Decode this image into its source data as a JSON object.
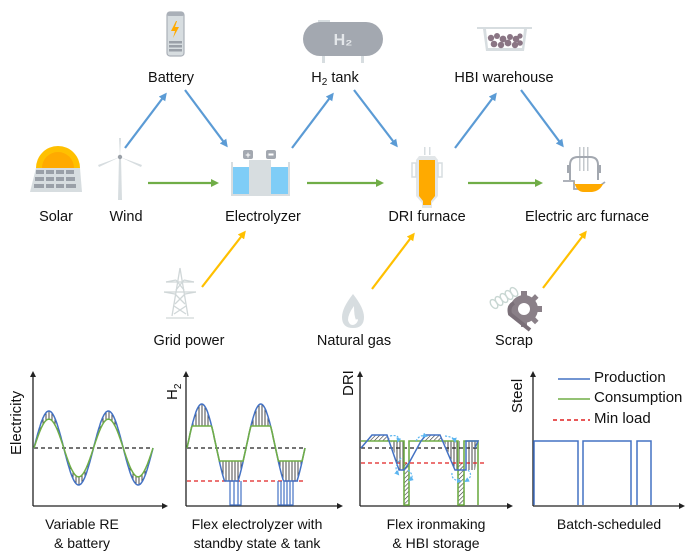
{
  "nodes": {
    "solar": {
      "label": "Solar",
      "icon": "solar-panel-icon"
    },
    "wind": {
      "label": "Wind",
      "icon": "wind-turbine-icon"
    },
    "battery": {
      "label": "Battery",
      "icon": "battery-icon"
    },
    "electrolyzer": {
      "label": "Electrolyzer",
      "icon": "electrolyzer-icon"
    },
    "h2_tank": {
      "label_main": "H",
      "label_sub": "2",
      "label_rest": " tank",
      "icon_text": "H₂",
      "icon": "h2-tank-icon"
    },
    "dri_furnace": {
      "label": "DRI furnace",
      "icon": "dri-furnace-icon"
    },
    "hbi_warehouse": {
      "label": "HBI warehouse",
      "icon": "hbi-warehouse-icon"
    },
    "eaf": {
      "label": "Electric arc furnace",
      "icon": "electric-arc-furnace-icon"
    },
    "grid": {
      "label": "Grid power",
      "icon": "power-tower-icon"
    },
    "natural_gas": {
      "label": "Natural gas",
      "icon": "flame-icon"
    },
    "scrap": {
      "label": "Scrap",
      "icon": "scrap-gear-icon"
    }
  },
  "flows": [
    {
      "from": "wind",
      "to": "battery",
      "type": "storage"
    },
    {
      "from": "battery",
      "to": "electrolyzer",
      "type": "storage"
    },
    {
      "from": "wind",
      "to": "electrolyzer",
      "type": "main"
    },
    {
      "from": "electrolyzer",
      "to": "h2_tank",
      "type": "storage"
    },
    {
      "from": "h2_tank",
      "to": "dri_furnace",
      "type": "storage"
    },
    {
      "from": "electrolyzer",
      "to": "dri_furnace",
      "type": "main"
    },
    {
      "from": "dri_furnace",
      "to": "hbi_warehouse",
      "type": "storage"
    },
    {
      "from": "hbi_warehouse",
      "to": "eaf",
      "type": "storage"
    },
    {
      "from": "dri_furnace",
      "to": "eaf",
      "type": "main"
    },
    {
      "from": "grid",
      "to": "electrolyzer",
      "type": "external"
    },
    {
      "from": "natural_gas",
      "to": "dri_furnace",
      "type": "external"
    },
    {
      "from": "scrap",
      "to": "eaf",
      "type": "external"
    }
  ],
  "colors": {
    "storage_arrow": "#5b9bd5",
    "main_arrow": "#70ad47",
    "external_arrow": "#ffc000",
    "production": "#4472c4",
    "consumption": "#70ad47",
    "min_load": "#e02020",
    "mean_line": "#222222",
    "icon_gray": "#aab0b8",
    "icon_light": "#d7dde0",
    "orange": "#ffaa00",
    "water": "#7fcdf7",
    "hbi_purple": "#8a7584"
  },
  "charts": [
    {
      "ylabel": "Electricity",
      "caption_line1": "Variable RE",
      "caption_line2": "& battery"
    },
    {
      "ylabel_main": "H",
      "ylabel_sub": "2",
      "caption_line1": "Flex electrolyzer with",
      "caption_line2": "standby state & tank"
    },
    {
      "ylabel": "DRI",
      "caption_line1": "Flex ironmaking",
      "caption_line2": "& HBI storage"
    },
    {
      "ylabel": "Steel",
      "caption_line1": "Batch-scheduled",
      "caption_line2": ""
    }
  ],
  "legend": {
    "items": [
      {
        "label": "Production",
        "style": "solid",
        "color_key": "production"
      },
      {
        "label": "Consumption",
        "style": "solid",
        "color_key": "consumption"
      },
      {
        "label": "Min load",
        "style": "dashed",
        "color_key": "min_load"
      }
    ]
  },
  "chart_data": [
    {
      "type": "line",
      "title": "Variable RE & battery",
      "ylabel": "Electricity",
      "xlabel": "",
      "description": "Sinusoidal production (2 cycles) with smoothed consumption; hatched areas show battery charge/discharge",
      "series": [
        {
          "name": "Production",
          "shape": "sine",
          "cycles": 2,
          "amplitude": 1.0
        },
        {
          "name": "Consumption",
          "shape": "sine",
          "cycles": 2,
          "amplitude": 0.78
        },
        {
          "name": "Mean",
          "shape": "constant",
          "value": 0
        }
      ]
    },
    {
      "type": "line",
      "title": "Flex electrolyzer with standby state & tank",
      "ylabel": "H2",
      "xlabel": "",
      "description": "Sinusoidal production with clipped consumption plateau; production drops to zero (standby pulses) below min load",
      "series": [
        {
          "name": "Production",
          "shape": "sine-with-standby",
          "cycles": 2,
          "amplitude": 1.0
        },
        {
          "name": "Consumption",
          "shape": "clipped-sine",
          "upper": 0.45,
          "lower": -0.45
        },
        {
          "name": "Mean",
          "shape": "constant",
          "value": 0
        },
        {
          "name": "Min load",
          "shape": "constant",
          "value": -0.75
        }
      ]
    },
    {
      "type": "line",
      "title": "Flex ironmaking & HBI storage",
      "ylabel": "DRI",
      "xlabel": "",
      "description": "Trapezoidal production above/below consumption with HBI storage transfers; consumption drops to zero in pulses",
      "series": [
        {
          "name": "Production",
          "shape": "trapezoid"
        },
        {
          "name": "Consumption",
          "shape": "step"
        },
        {
          "name": "Mean",
          "shape": "constant"
        },
        {
          "name": "Min load",
          "shape": "constant"
        }
      ]
    },
    {
      "type": "line",
      "title": "Batch-scheduled",
      "ylabel": "Steel",
      "xlabel": "",
      "description": "Rectangular batch production pulses",
      "series": [
        {
          "name": "Production",
          "shape": "batches",
          "batches": 3
        }
      ]
    }
  ]
}
